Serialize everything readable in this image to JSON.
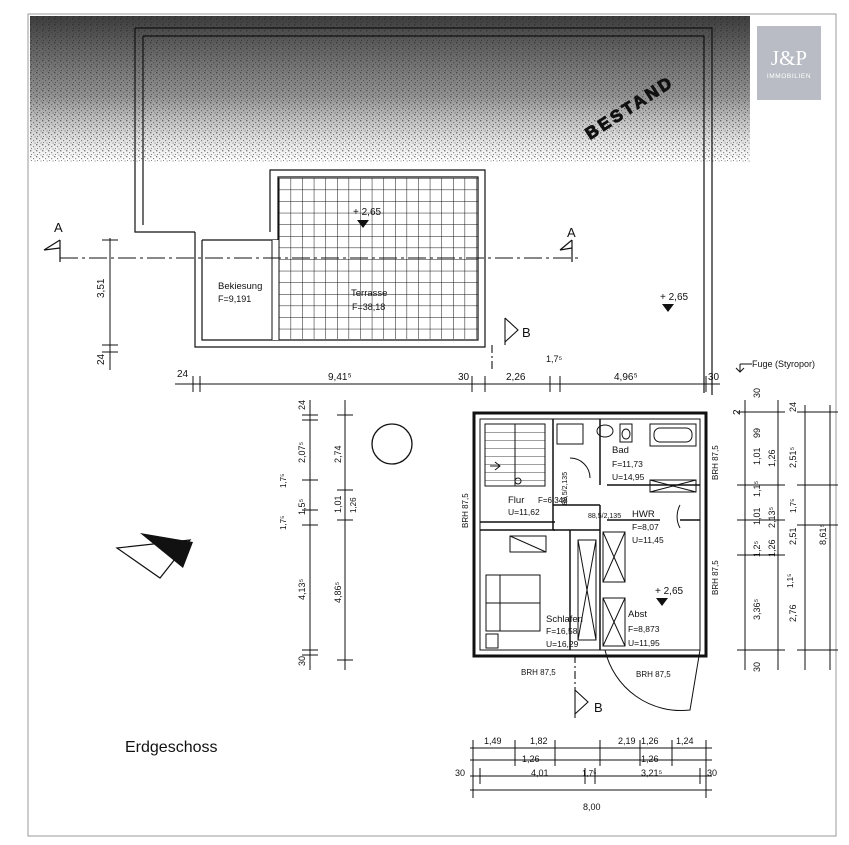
{
  "logo": {
    "mark": "J&P",
    "sub": "IMMOBILIEN"
  },
  "floor_title": "Erdgeschoss",
  "bestand": "BESTAND",
  "section_marker": "A",
  "section_marker_b": "B",
  "fuge": "Fuge (Styropor)",
  "level_mark": "+ 2,65",
  "rooms": {
    "bekiesung": {
      "name": "Bekiesung",
      "area": "F=9,191"
    },
    "terrasse": {
      "name": "Terrasse",
      "area": "F=38,18"
    },
    "bad": {
      "name": "Bad",
      "area": "F=11,73",
      "perimeter": "U=14,95"
    },
    "flur": {
      "name": "Flur",
      "area": "F=6,348",
      "perimeter": "U=11,62"
    },
    "hwr": {
      "name": "HWR",
      "area": "F=8,07",
      "perimeter": "U=11,45"
    },
    "schlafen": {
      "name": "Schlafen",
      "area": "F=16,58",
      "perimeter": "U=16,29"
    },
    "abst": {
      "name": "Abst",
      "area": "F=8,873",
      "perimeter": "U=11,95"
    }
  },
  "brh": "BRH 87,5",
  "door_dims": {
    "d1": "88,5/2,135",
    "d2": "88,5/2,135"
  },
  "dims": {
    "top_row": [
      "24",
      "9,41⁵",
      "30",
      "2,26",
      "1,7⁵",
      "4,96⁵",
      "30"
    ],
    "left_upper": [
      "3,51",
      "24"
    ],
    "left_col": [
      "24",
      "2,07⁵",
      "1,5⁵",
      "4,13⁵",
      "30"
    ],
    "left_col_b": [
      "2,74",
      "1,01",
      "4,86⁵"
    ],
    "left_small": [
      "1,7⁵",
      "1,7⁵",
      "1,26"
    ],
    "right_col": [
      "30",
      "99",
      "1,01",
      "1,1⁵",
      "1,01",
      "1,2⁵",
      "3,36⁵",
      "30"
    ],
    "right_col_b": [
      "24",
      "1,26",
      "2,13⁵",
      "1,26",
      "1,1⁵",
      "2,76"
    ],
    "right_col_c": [
      "2,51⁵",
      "1,7⁵",
      "2,51",
      "8,61⁵"
    ],
    "right_two": "2",
    "bottom_row1": [
      "1,49",
      "1,82",
      "2,19",
      "1,26",
      "1,24"
    ],
    "bottom_row1b": [
      "1,26",
      "1,26"
    ],
    "bottom_row2": [
      "30",
      "4,01",
      "1,7⁵",
      "3,21⁵",
      "30"
    ],
    "bottom_total": "8,00"
  },
  "colors": {
    "ink": "#111111",
    "scan_noise": "#3a3a3a",
    "logo_bg": "#b9bcc4"
  }
}
